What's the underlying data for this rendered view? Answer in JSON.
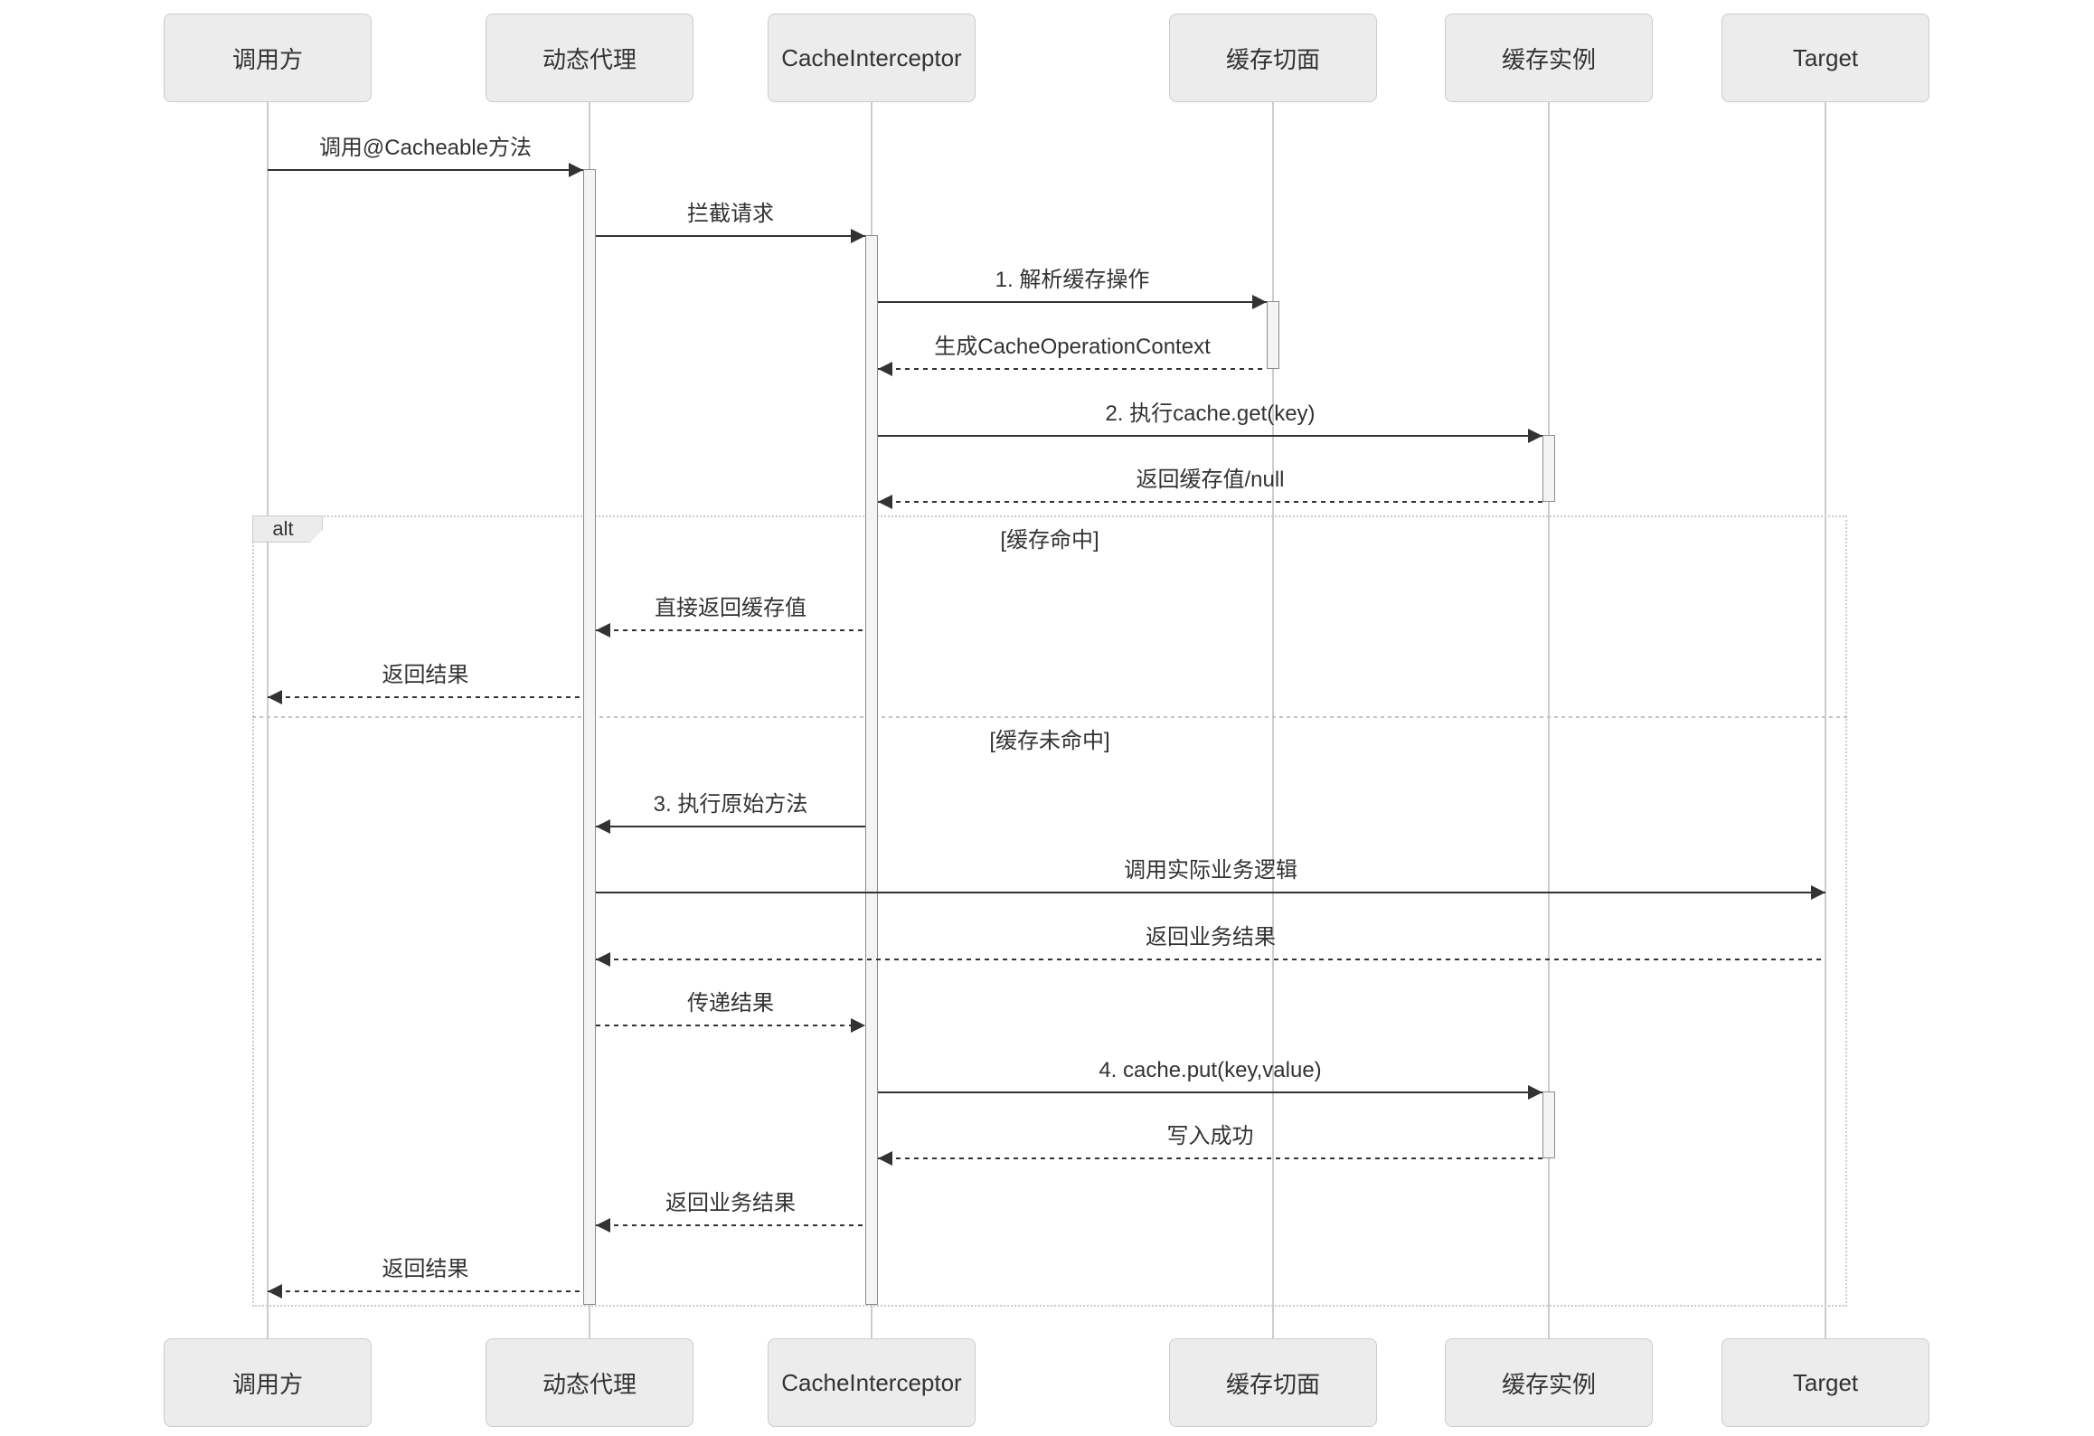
{
  "diagram": {
    "type": "sequence",
    "participants": [
      {
        "id": "caller",
        "label": "调用方"
      },
      {
        "id": "proxy",
        "label": "动态代理"
      },
      {
        "id": "interceptor",
        "label": "CacheInterceptor"
      },
      {
        "id": "aspect",
        "label": "缓存切面"
      },
      {
        "id": "cache",
        "label": "缓存实例"
      },
      {
        "id": "target",
        "label": "Target"
      }
    ],
    "alt": {
      "label": "alt",
      "branches": [
        {
          "guard": "[缓存命中]"
        },
        {
          "guard": "[缓存未命中]"
        }
      ]
    },
    "messages": [
      {
        "label": "调用@Cacheable方法",
        "from": "caller",
        "to": "proxy",
        "style": "solid"
      },
      {
        "label": "拦截请求",
        "from": "proxy",
        "to": "interceptor",
        "style": "solid"
      },
      {
        "label": "1. 解析缓存操作",
        "from": "interceptor",
        "to": "aspect",
        "style": "solid"
      },
      {
        "label": "生成CacheOperationContext",
        "from": "aspect",
        "to": "interceptor",
        "style": "dashed"
      },
      {
        "label": "2. 执行cache.get(key)",
        "from": "interceptor",
        "to": "cache",
        "style": "solid"
      },
      {
        "label": "返回缓存值/null",
        "from": "cache",
        "to": "interceptor",
        "style": "dashed"
      },
      {
        "label": "直接返回缓存值",
        "from": "interceptor",
        "to": "proxy",
        "style": "dashed"
      },
      {
        "label": "返回结果",
        "from": "proxy",
        "to": "caller",
        "style": "dashed"
      },
      {
        "label": "3. 执行原始方法",
        "from": "interceptor",
        "to": "proxy",
        "style": "solid"
      },
      {
        "label": "调用实际业务逻辑",
        "from": "proxy",
        "to": "target",
        "style": "solid"
      },
      {
        "label": "返回业务结果",
        "from": "target",
        "to": "proxy",
        "style": "dashed"
      },
      {
        "label": "传递结果",
        "from": "proxy",
        "to": "interceptor",
        "style": "dashed"
      },
      {
        "label": "4. cache.put(key,value)",
        "from": "interceptor",
        "to": "cache",
        "style": "solid"
      },
      {
        "label": "写入成功",
        "from": "cache",
        "to": "interceptor",
        "style": "dashed"
      },
      {
        "label": "返回业务结果",
        "from": "interceptor",
        "to": "proxy",
        "style": "dashed"
      },
      {
        "label": "返回结果",
        "from": "proxy",
        "to": "caller",
        "style": "dashed"
      }
    ],
    "colors": {
      "background": "#ffffff",
      "participant_fill": "#ececec",
      "participant_border": "#cccccc",
      "lifeline": "#cccccc",
      "activation_fill": "#f4f4f4",
      "activation_border": "#8c8c8c",
      "arrow": "#333333",
      "text": "#333333",
      "frame_border": "#cccccc"
    }
  }
}
